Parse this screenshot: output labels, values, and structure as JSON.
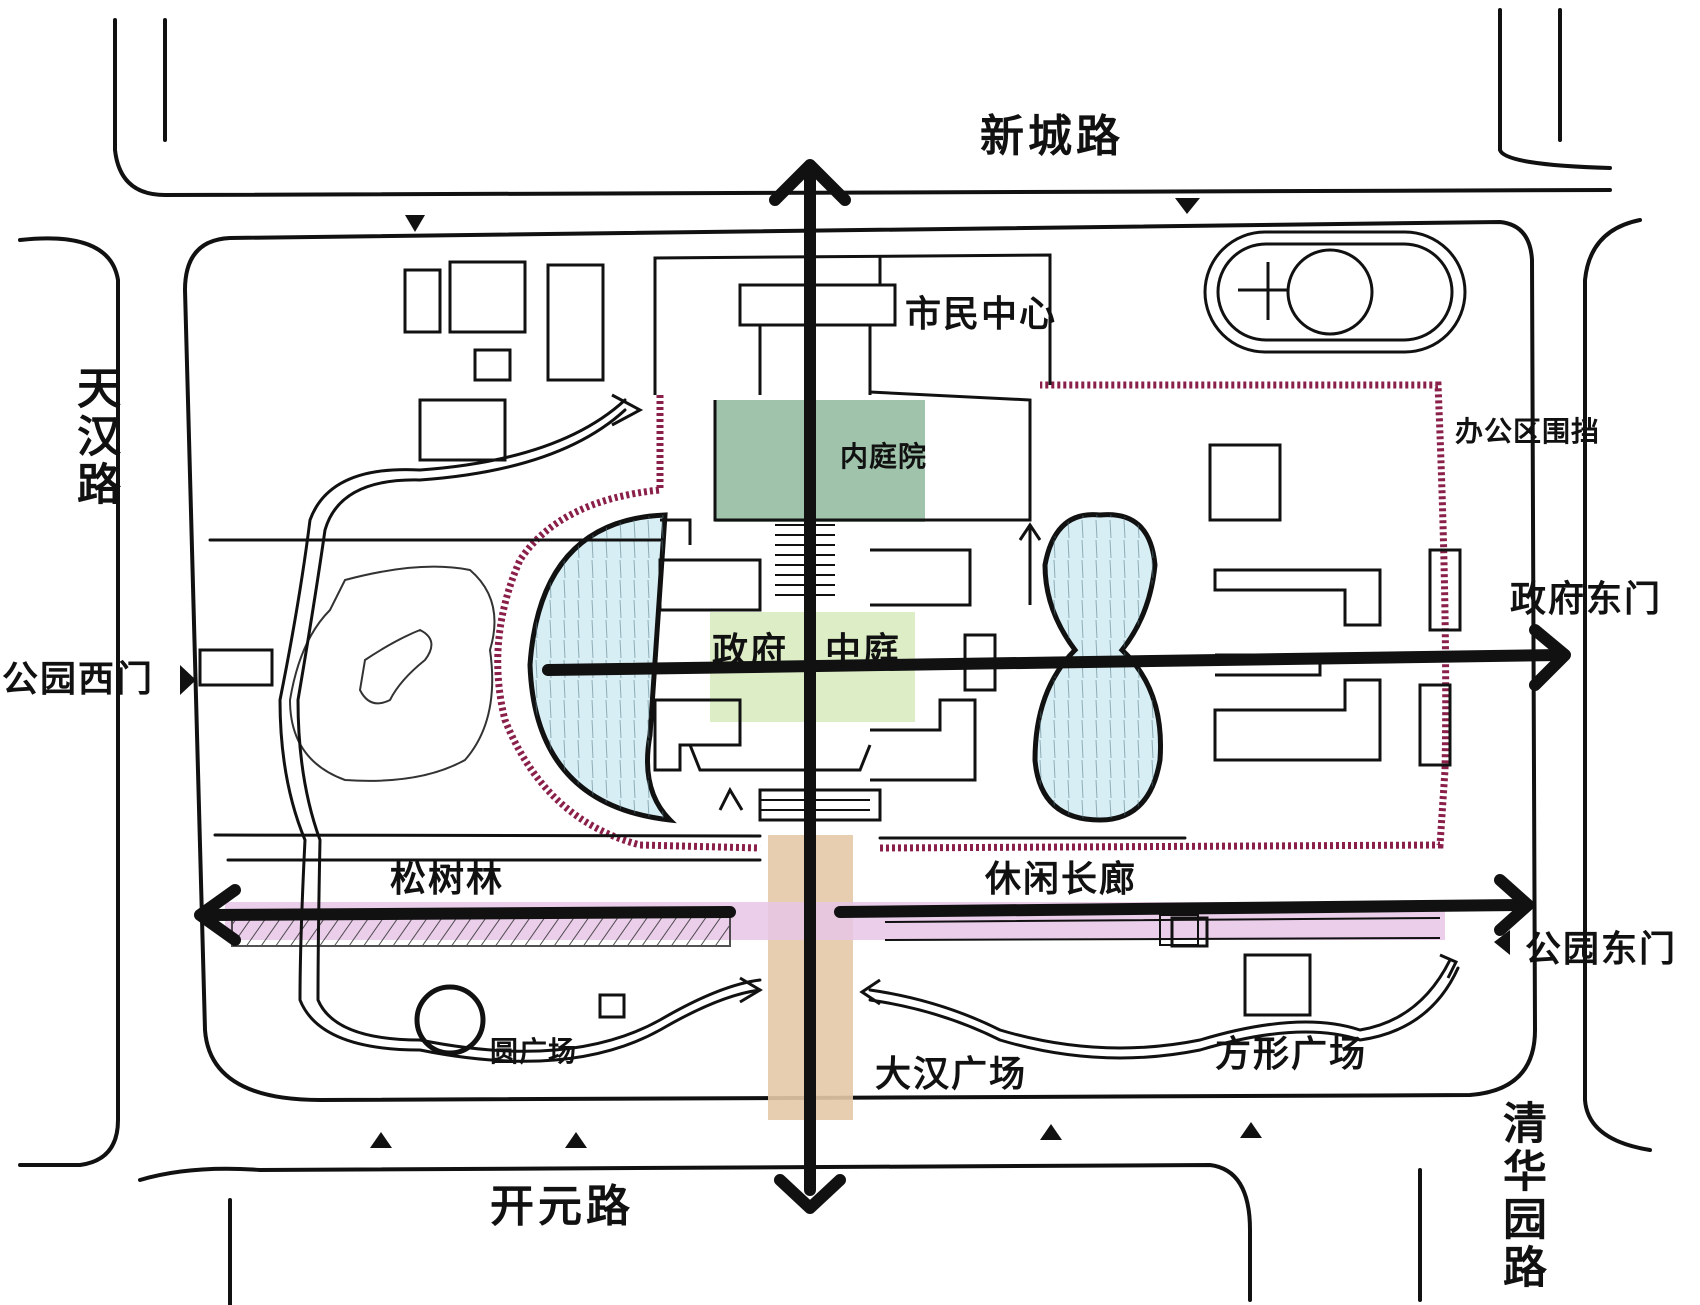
{
  "roads": {
    "north": "新城路",
    "south": "开元路",
    "west": "天汉路",
    "southeast": "清华园路"
  },
  "gates": {
    "park_west": "公园西门",
    "park_east": "公园东门",
    "gov_east": "政府东门"
  },
  "areas": {
    "civic_center": "市民中心",
    "inner_courtyard": "内庭院",
    "gov_courtyard_1": "政府",
    "gov_courtyard_2": "中庭",
    "office_fence": "办公区围挡",
    "pine_forest": "松树林",
    "leisure_corridor": "休闲长廊",
    "round_plaza": "圆广场",
    "grand_plaza": "大汉广场",
    "square_plaza": "方形广场"
  },
  "colors": {
    "ink": "#111111",
    "water": "#d8eef5",
    "courtyard_green": "#7fb08f",
    "plaza_green": "#d9ecc0",
    "plaza_tan": "#e6c9a8",
    "corridor_pink": "#e6c6e6",
    "fence_maroon": "#8a1f4a"
  }
}
